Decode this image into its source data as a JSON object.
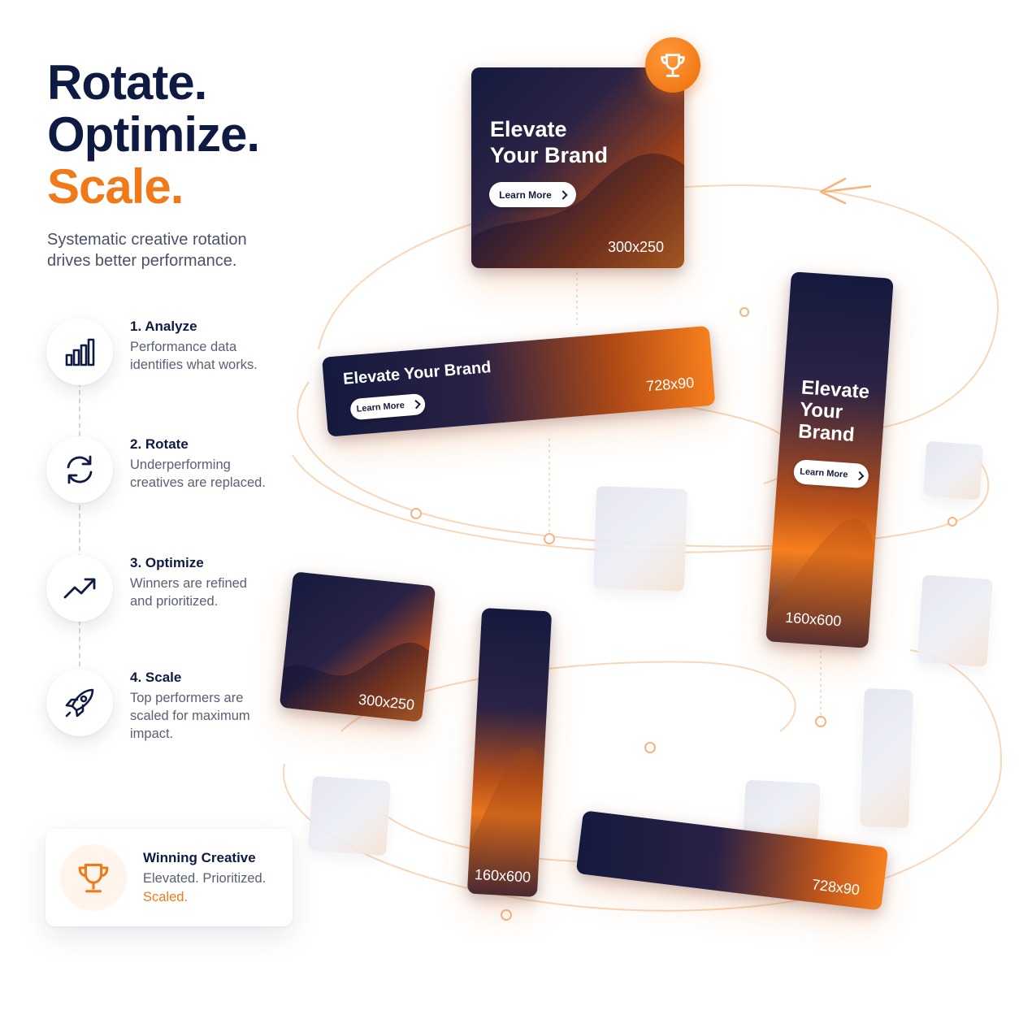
{
  "headline": {
    "line1": "Rotate.",
    "line2": "Optimize.",
    "line3": "Scale."
  },
  "subtitle": "Systematic creative rotation drives better performance.",
  "steps": [
    {
      "title": "1. Analyze",
      "description": "Performance data identifies what works.",
      "icon": "bar-chart-icon"
    },
    {
      "title": "2. Rotate",
      "description": "Underperforming creatives are replaced.",
      "icon": "refresh-icon"
    },
    {
      "title": "3. Optimize",
      "description": "Winners are refined and prioritized.",
      "icon": "trend-up-icon"
    },
    {
      "title": "4. Scale",
      "description": "Top performers are scaled for maximum impact.",
      "icon": "rocket-icon"
    }
  ],
  "winning_card": {
    "title": "Winning Creative",
    "subtitle": "Elevated. Prioritized.",
    "accent": "Scaled.",
    "icon": "trophy-icon"
  },
  "ads": {
    "top_square": {
      "title_line1": "Elevate",
      "title_line2": "Your Brand",
      "button": "Learn More",
      "size": "300x250"
    },
    "leaderboard": {
      "title": "Elevate Your Brand",
      "button": "Learn More",
      "size": "728x90"
    },
    "skyscraper": {
      "title_line1": "Elevate",
      "title_line2": "Your",
      "title_line3": "Brand",
      "button": "Learn More",
      "size": "160x600"
    },
    "bottom_square": {
      "size": "300x250"
    },
    "bottom_skyscraper": {
      "size": "160x600"
    },
    "bottom_leaderboard": {
      "size": "728x90"
    }
  },
  "colors": {
    "navy": "#0f1a42",
    "accent": "#f07a1a",
    "text_muted": "#5a5f74"
  }
}
